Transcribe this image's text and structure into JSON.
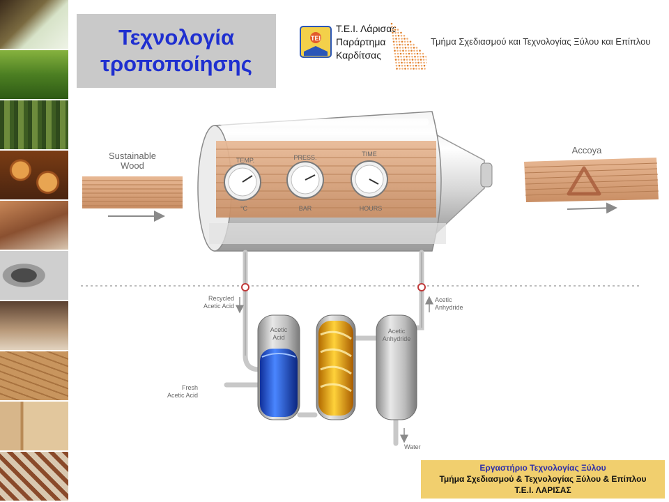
{
  "title": {
    "line1": "Τεχνολογία",
    "line2": "τροποποίησης"
  },
  "header": {
    "tei_lines": [
      "Τ.Ε.Ι. Λάρισας",
      "Παράρτημα",
      "Καρδίτσας"
    ],
    "tei_logo_letters": "ΤΕΙ",
    "department": "Τμήμα Σχεδιασμού και Τεχνολογίας Ξύλου και Επίπλου"
  },
  "diagram": {
    "input_label_1": "Sustainable",
    "input_label_2": "Wood",
    "output_label": "Accoya",
    "gauge_temp_top": "TEMP.",
    "gauge_temp_bottom": "°C",
    "gauge_press_top": "PRESS.",
    "gauge_press_bottom": "BAR",
    "gauge_time_top": "TIME",
    "gauge_time_bottom": "HOURS",
    "recycled_1": "Recycled",
    "recycled_2": "Acetic Acid",
    "anhydride_side_1": "Acetic",
    "anhydride_side_2": "Anhydride",
    "fresh_1": "Fresh",
    "fresh_2": "Acetic Acid",
    "tank1_1": "Acetic",
    "tank1_2": "Acid",
    "tank3_1": "Acetic",
    "tank3_2": "Anhydride",
    "water": "Water",
    "colors": {
      "acid": "#2a5ee0",
      "reactor": "#f0a800",
      "anhydride": "#b0b0b0",
      "wood": "#d8a07a"
    }
  },
  "footer": {
    "line1": "Εργαστήριο Τεχνολογίας Ξύλου",
    "line2": "Τμήμα Σχεδιασμού & Τεχνολογίας Ξύλου & Επίπλου",
    "line3": "Τ.Ε.Ι. ΛΑΡΙΣΑΣ"
  }
}
